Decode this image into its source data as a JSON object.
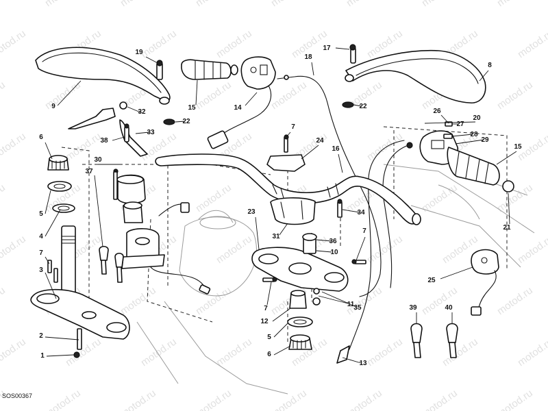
{
  "drawing_code": "SOS00367",
  "watermark": "motod.ru",
  "callouts": [
    {
      "id": "c1",
      "label": "1"
    },
    {
      "id": "c2",
      "label": "2"
    },
    {
      "id": "c3",
      "label": "3"
    },
    {
      "id": "c4",
      "label": "4"
    },
    {
      "id": "c5a",
      "label": "5"
    },
    {
      "id": "c5b",
      "label": "5"
    },
    {
      "id": "c6a",
      "label": "6"
    },
    {
      "id": "c6b",
      "label": "6"
    },
    {
      "id": "c7a",
      "label": "7"
    },
    {
      "id": "c7b",
      "label": "7"
    },
    {
      "id": "c7c",
      "label": "7"
    },
    {
      "id": "c7d",
      "label": "7"
    },
    {
      "id": "c8",
      "label": "8"
    },
    {
      "id": "c9",
      "label": "9"
    },
    {
      "id": "c10",
      "label": "10"
    },
    {
      "id": "c11",
      "label": "11"
    },
    {
      "id": "c12",
      "label": "12"
    },
    {
      "id": "c13",
      "label": "13"
    },
    {
      "id": "c14",
      "label": "14"
    },
    {
      "id": "c15a",
      "label": "15"
    },
    {
      "id": "c15b",
      "label": "15"
    },
    {
      "id": "c16",
      "label": "16"
    },
    {
      "id": "c17",
      "label": "17"
    },
    {
      "id": "c18",
      "label": "18"
    },
    {
      "id": "c19",
      "label": "19"
    },
    {
      "id": "c20",
      "label": "20"
    },
    {
      "id": "c21",
      "label": "21"
    },
    {
      "id": "c22a",
      "label": "22"
    },
    {
      "id": "c22b",
      "label": "22"
    },
    {
      "id": "c23",
      "label": "23"
    },
    {
      "id": "c24",
      "label": "24"
    },
    {
      "id": "c25",
      "label": "25"
    },
    {
      "id": "c26",
      "label": "26"
    },
    {
      "id": "c27",
      "label": "27"
    },
    {
      "id": "c28",
      "label": "28"
    },
    {
      "id": "c29",
      "label": "29"
    },
    {
      "id": "c30",
      "label": "30"
    },
    {
      "id": "c31",
      "label": "31"
    },
    {
      "id": "c32",
      "label": "32"
    },
    {
      "id": "c33",
      "label": "33"
    },
    {
      "id": "c34",
      "label": "34"
    },
    {
      "id": "c35",
      "label": "35"
    },
    {
      "id": "c36",
      "label": "36"
    },
    {
      "id": "c37",
      "label": "37"
    },
    {
      "id": "c38",
      "label": "38"
    },
    {
      "id": "c39",
      "label": "39"
    },
    {
      "id": "c40",
      "label": "40"
    }
  ]
}
